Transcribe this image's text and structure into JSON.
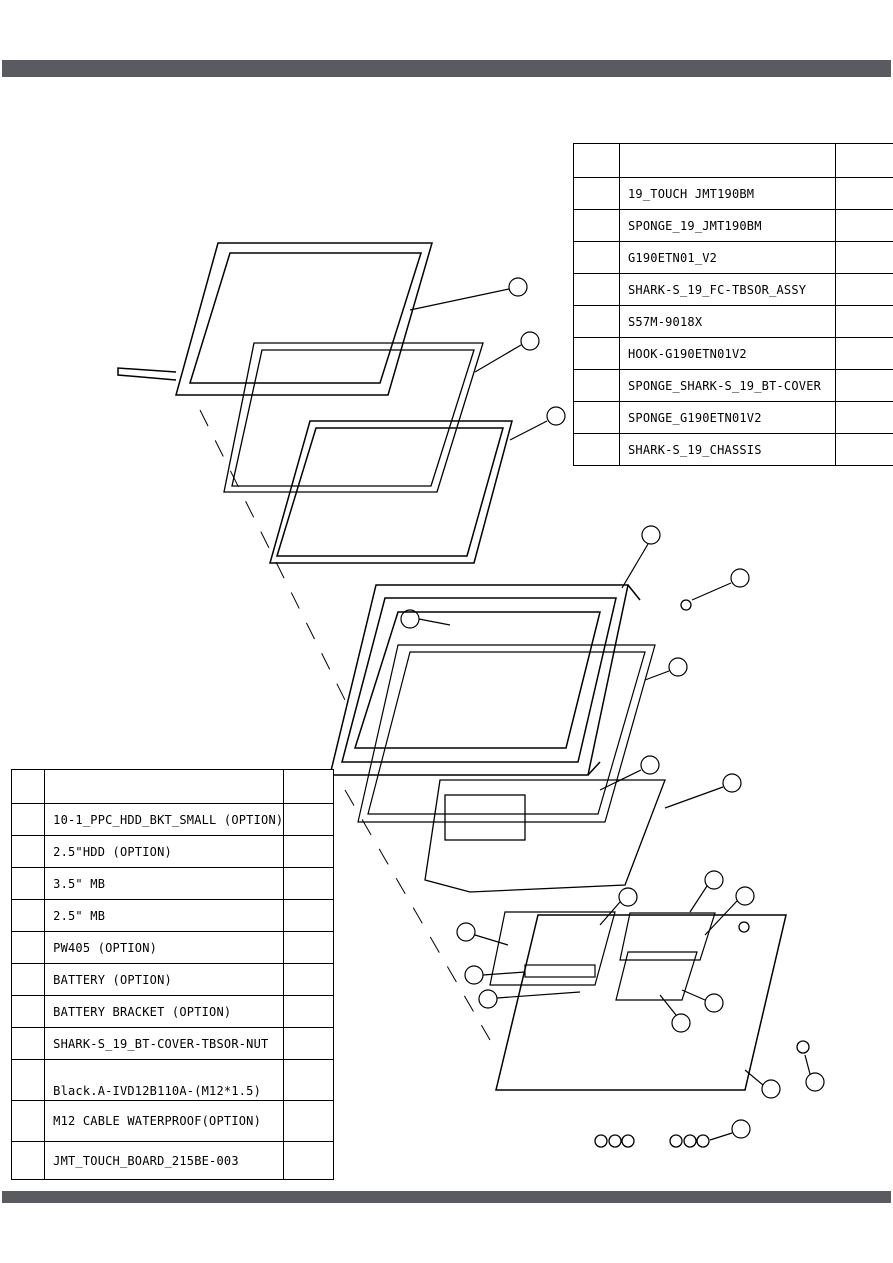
{
  "right_table": {
    "rows": [
      {
        "part": "19_TOUCH JMT190BM"
      },
      {
        "part": "SPONGE_19_JMT190BM"
      },
      {
        "part": "G190ETN01_V2"
      },
      {
        "part": "SHARK-S_19_FC-TBSOR_ASSY"
      },
      {
        "part": "S57M-9018X"
      },
      {
        "part": "HOOK-G190ETN01V2"
      },
      {
        "part": "SPONGE_SHARK-S_19_BT-COVER"
      },
      {
        "part": "SPONGE_G190ETN01V2"
      },
      {
        "part": "SHARK-S_19_CHASSIS"
      }
    ]
  },
  "left_table": {
    "rows": [
      {
        "part": "10-1_PPC_HDD_BKT_SMALL (OPTION)"
      },
      {
        "part": "2.5\"HDD (OPTION)"
      },
      {
        "part": "3.5\" MB"
      },
      {
        "part": "2.5\" MB"
      },
      {
        "part": "PW405 (OPTION)"
      },
      {
        "part": "BATTERY (OPTION)"
      },
      {
        "part": "BATTERY BRACKET (OPTION)"
      },
      {
        "part": "SHARK-S_19_BT-COVER-TBSOR-NUT"
      },
      {
        "part": "Black.A-IVD12B110A-(M12*1.5)"
      },
      {
        "part": "M12 CABLE WATERPROOF(OPTION)"
      },
      {
        "part": "JMT_TOUCH_BOARD_215BE-003"
      }
    ]
  },
  "colors": {
    "header_bar": "#595b60",
    "line": "#000000"
  }
}
